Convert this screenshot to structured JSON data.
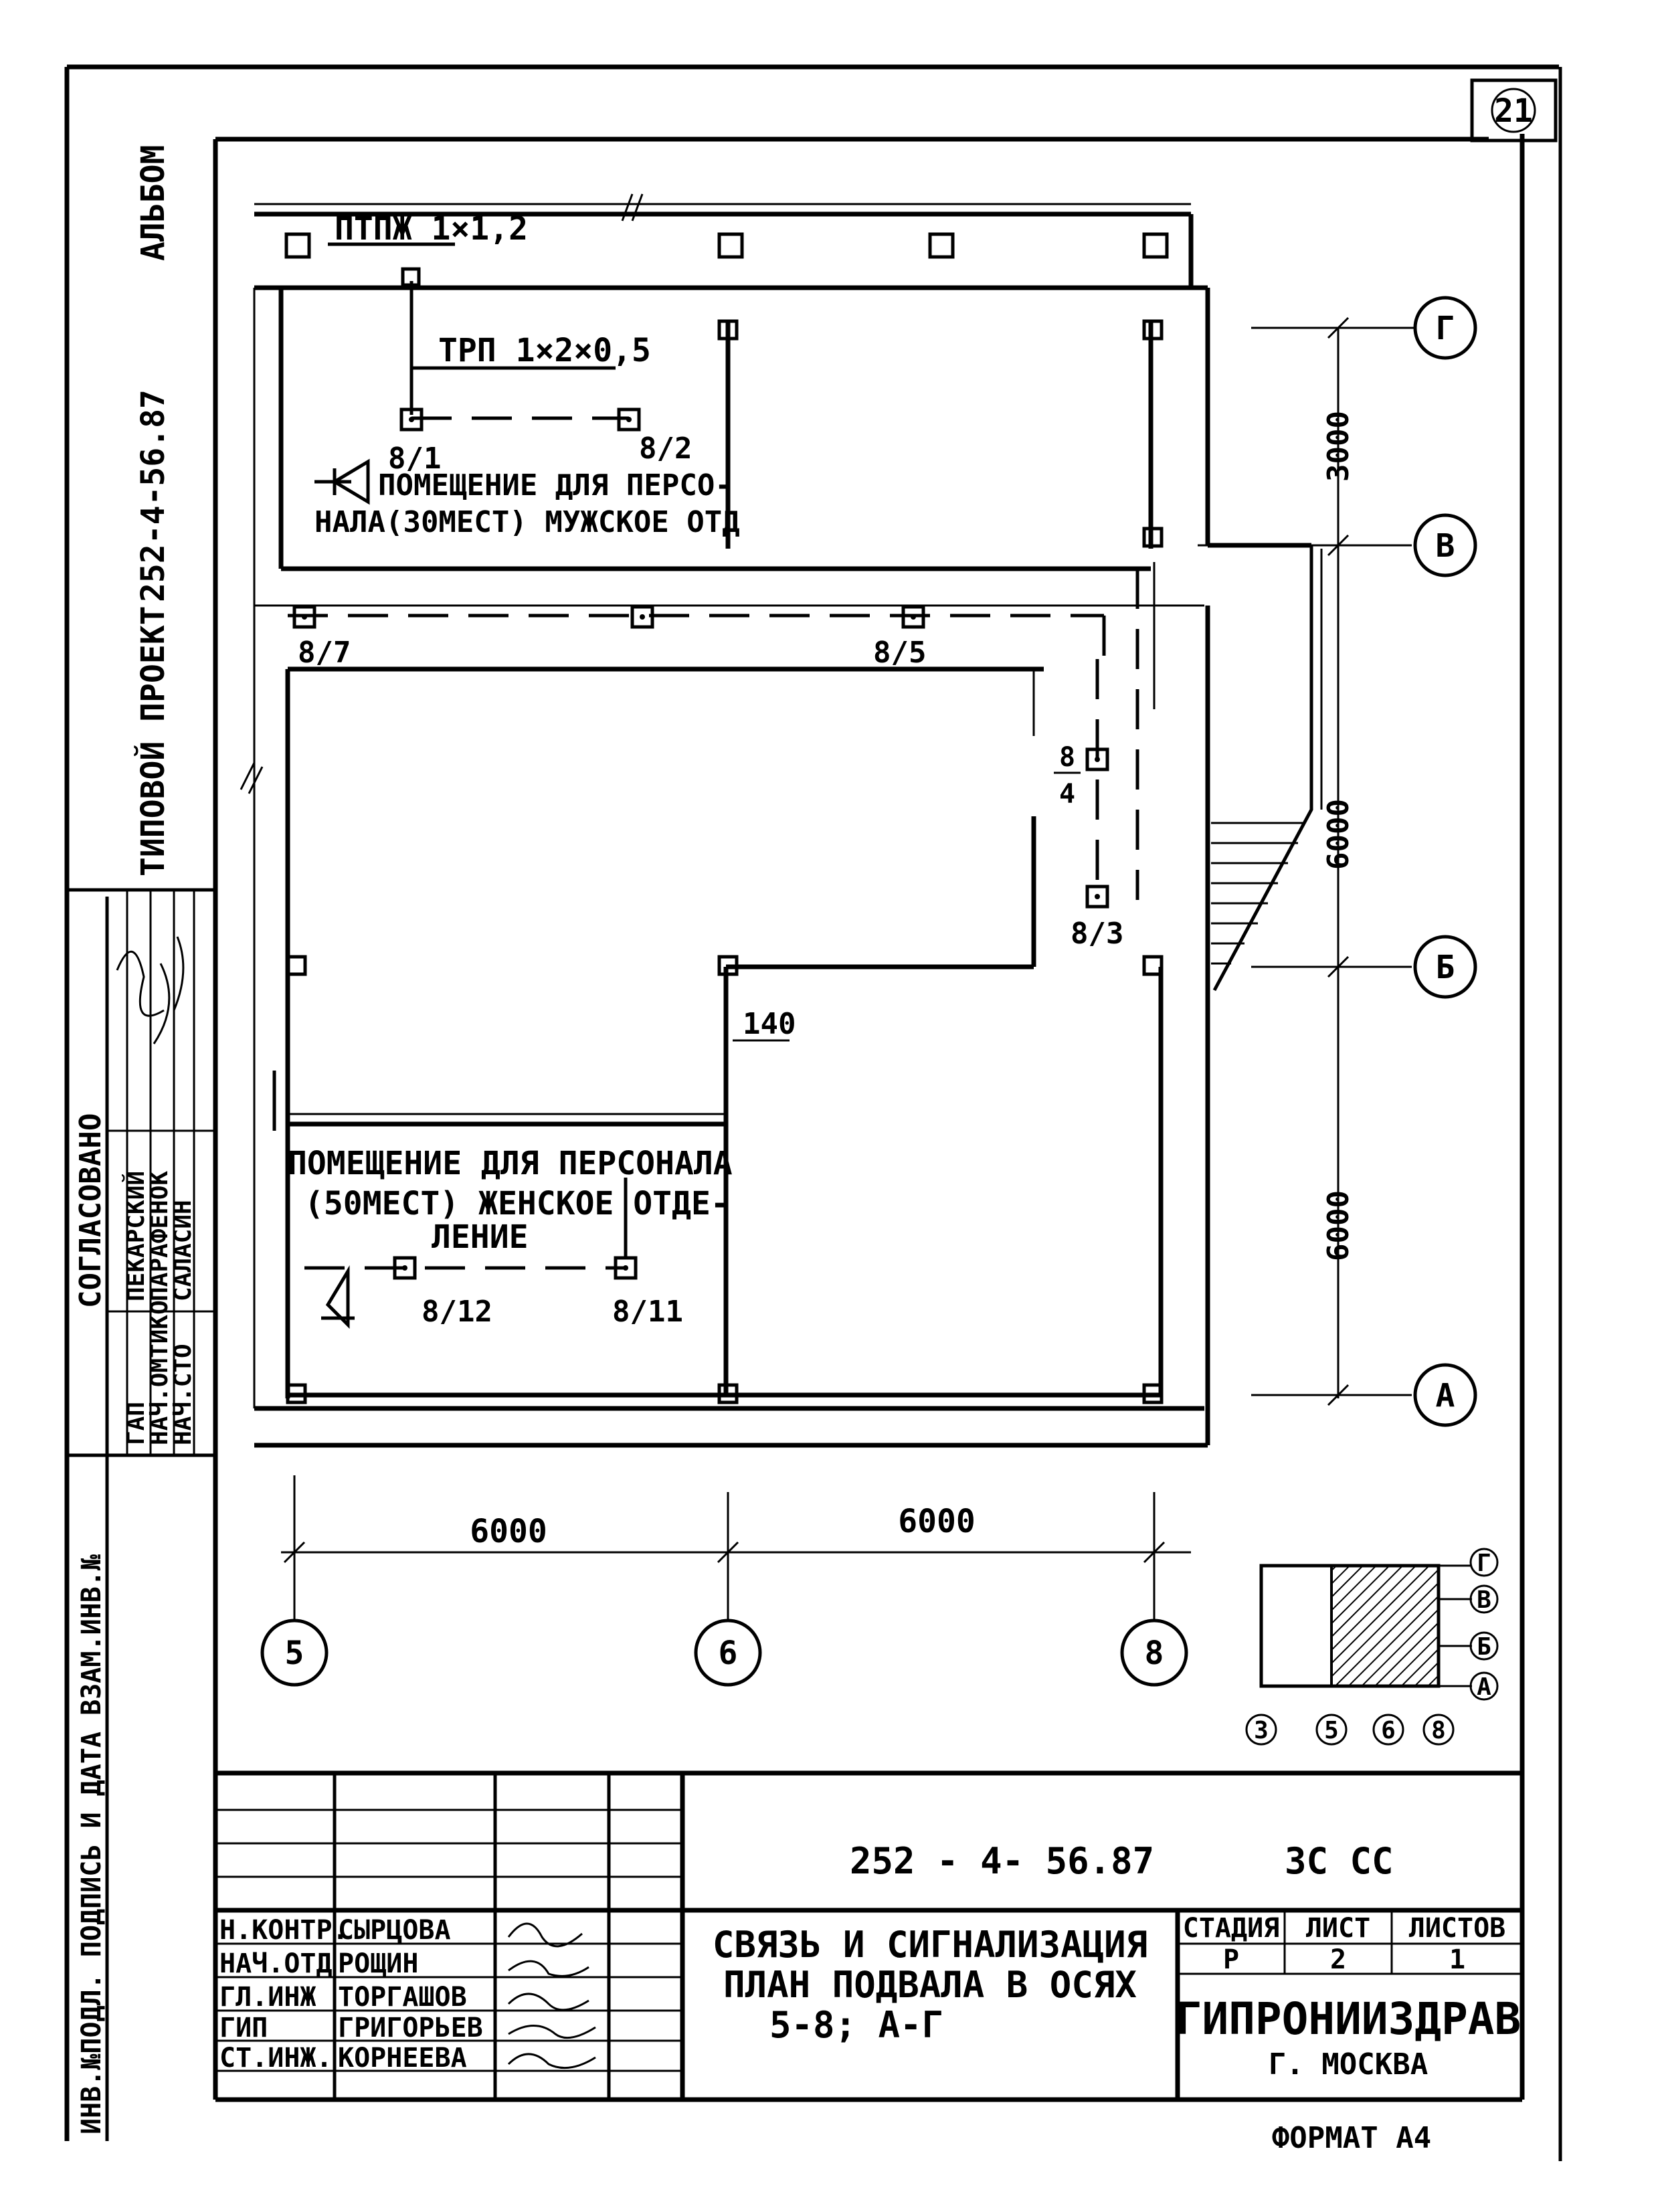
{
  "page_number": "21",
  "side_stamp": {
    "album": "АЛЬБОМ",
    "project_code": "252-4-56.87",
    "project_type": "ТИПОВОЙ ПРОЕКТ",
    "agreed": "СОГЛАСОВАНО",
    "agreed_rows": [
      {
        "role": "ГАП",
        "name": "ПЕКАРСКИЙ"
      },
      {
        "role": "НАЧ.ОМТИКО",
        "name": "ПАРАФЕНОК"
      },
      {
        "role": "НАЧ.СТО",
        "name": "САЛАСИН"
      }
    ],
    "inventory_columns": "ИНВ.№ПОДЛ. ПОДПИСЬ И ДАТА ВЗАМ.ИНВ.№"
  },
  "plan": {
    "cable_1": "ПТПЖ 1×1,2",
    "cable_2": "ТРП 1×2×0,5",
    "room_men_line1": "ПОМЕЩЕНИЕ ДЛЯ ПЕРСО-",
    "room_men_line2": "НАЛА(30МЕСТ) МУЖСКОЕ ОТД",
    "room_women_line1": "ПОМЕЩЕНИЕ ДЛЯ ПЕРСОНАЛА",
    "room_women_line2": "(50МЕСТ) ЖЕНСКОЕ ОТДЕ-",
    "room_women_line3": "ЛЕНИЕ",
    "points": {
      "p81": "8/1",
      "p82": "8/2",
      "p87": "8/7",
      "p85": "8/5",
      "p84_num": "8",
      "p84_den": "4",
      "p83": "8/3",
      "p812": "8/12",
      "p811": "8/11"
    },
    "wall_dim": "140",
    "dims": {
      "v_top": "3000",
      "v_mid": "6000",
      "v_bot": "6000",
      "h_left": "6000",
      "h_right": "6000"
    },
    "axes_rows": [
      "Г",
      "В",
      "Б",
      "А"
    ],
    "axes_cols": [
      "5",
      "6",
      "8"
    ]
  },
  "key_plan": {
    "rows": [
      "Г",
      "В",
      "Б",
      "А"
    ],
    "cols": [
      "3",
      "5",
      "6",
      "8"
    ]
  },
  "title_block": {
    "code": "252 - 4- 56.87",
    "mark": "3С СС",
    "staff": [
      {
        "role": "Н.КОНТР.",
        "name": "СЫРЦОВА"
      },
      {
        "role": "НАЧ.ОТД",
        "name": "РОЩИН"
      },
      {
        "role": "ГЛ.ИНЖ",
        "name": "ТОРГАШОВ"
      },
      {
        "role": "ГИП",
        "name": "ГРИГОРЬЕВ"
      },
      {
        "role": "СТ.ИНЖ.",
        "name": "КОРНЕЕВА"
      }
    ],
    "title_line1": "СВЯЗЬ И СИГНАЛИЗАЦИЯ",
    "title_line2": "ПЛАН ПОДВАЛА В ОСЯХ",
    "title_line3": "5-8; А-Г",
    "stage_label": "СТАДИЯ",
    "sheet_label": "ЛИСТ",
    "sheets_label": "ЛИСТОВ",
    "stage": "Р",
    "sheet": "2",
    "sheets": "1",
    "org": "ГИПРОНИИЗДРАВ",
    "city": "Г. МОСКВА"
  },
  "format": "ФОРМАТ А4"
}
